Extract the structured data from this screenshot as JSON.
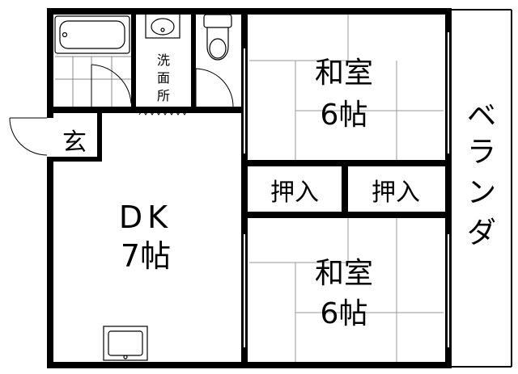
{
  "rooms": {
    "washroom": {
      "label_chars": [
        "洗",
        "面",
        "所"
      ]
    },
    "entrance": {
      "label": "玄"
    },
    "dk": {
      "name": "DK",
      "size": "7帖"
    },
    "washitsu_top": {
      "name": "和室",
      "size": "6帖"
    },
    "washitsu_bottom": {
      "name": "和室",
      "size": "6帖"
    },
    "closet_left": {
      "label": "押入"
    },
    "closet_right": {
      "label": "押入"
    },
    "veranda": {
      "label_chars": [
        "ベ",
        "ラ",
        "ン",
        "ダ"
      ]
    }
  },
  "colors": {
    "wall": "#000000",
    "background": "#ffffff",
    "thin_line": "#999999"
  }
}
